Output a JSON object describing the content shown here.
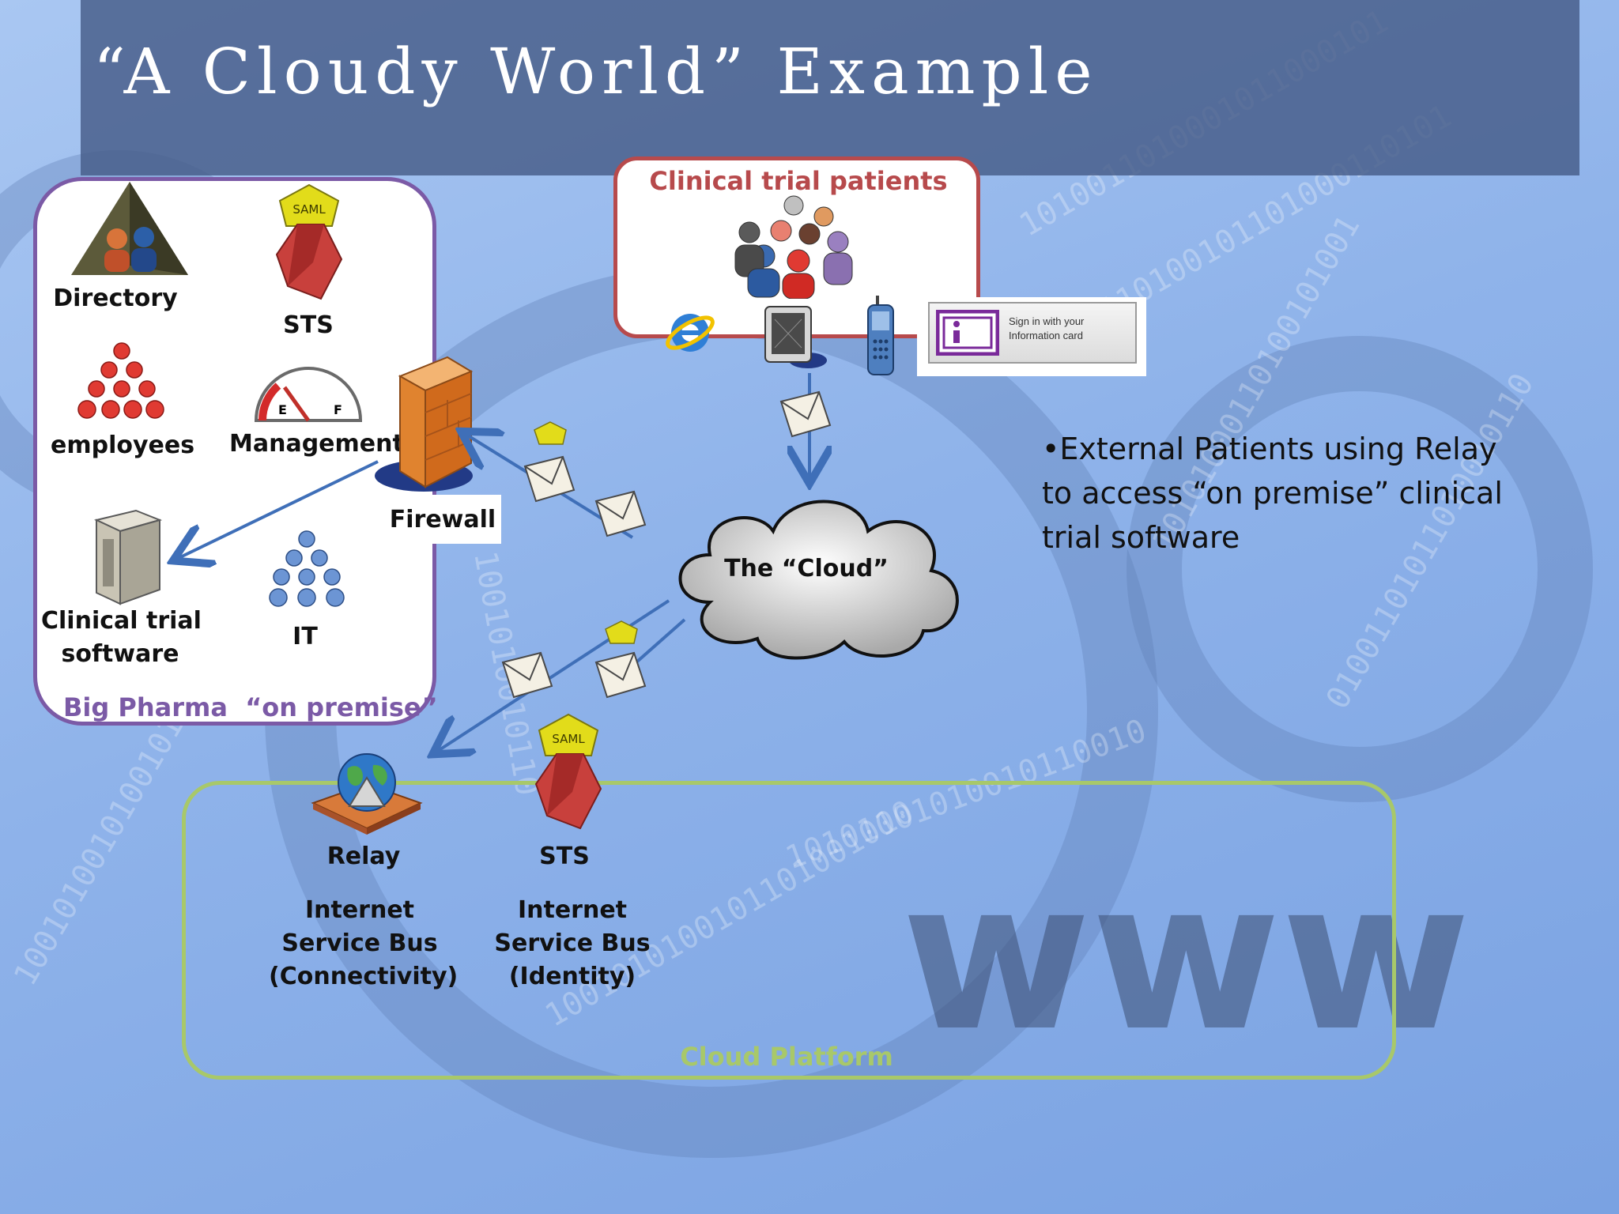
{
  "title": "“A Cloudy World” Example",
  "on_premise": {
    "caption": "Big Pharma  “on premise”",
    "directory": "Directory",
    "sts": "STS",
    "employees": "employees",
    "management": "Management",
    "clinical_software_line1": "Clinical trial",
    "clinical_software_line2": "software",
    "it": "IT"
  },
  "firewall": "Firewall",
  "patients": {
    "caption": "Clinical trial patients",
    "infocard_text": "Sign in with your Information card"
  },
  "cloud": "The “Cloud”",
  "bullet": "•External Patients using Relay to access “on premise” clinical trial software",
  "cloud_platform": {
    "caption": "Cloud Platform",
    "relay": "Relay",
    "relay_desc_1": "Internet",
    "relay_desc_2": "Service Bus",
    "relay_desc_3": "(Connectivity)",
    "sts": "STS",
    "sts_desc_1": "Internet",
    "sts_desc_2": "Service Bus",
    "sts_desc_3": "(Identity)"
  },
  "saml_tag": "SAML",
  "colors": {
    "title_bar": "#465c87",
    "on_premise_border": "#7b5aa6",
    "patients_border": "#b74a4c",
    "cloud_platform_border": "#a8c86a",
    "arrow": "#3f6fb8"
  }
}
